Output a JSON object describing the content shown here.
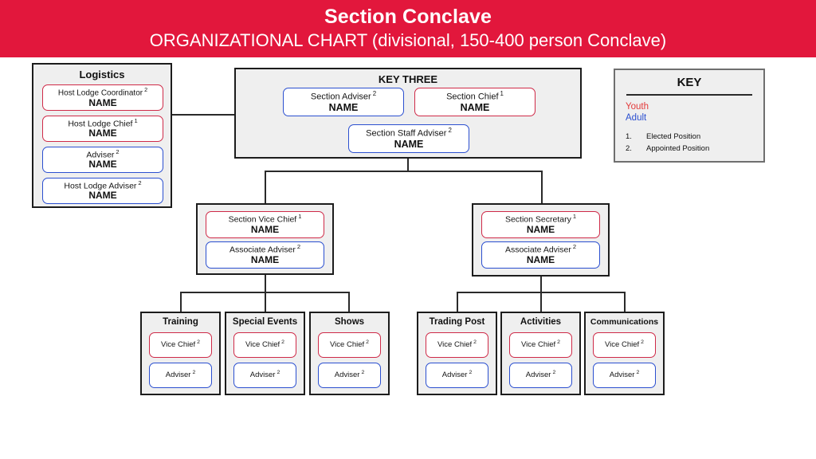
{
  "header": {
    "title": "Section Conclave",
    "subtitle": "ORGANIZATIONAL CHART (divisional, 150-400 person Conclave)",
    "band_color": "#e2173c"
  },
  "colors": {
    "youth_border": "#cf2a48",
    "adult_border": "#2b4fd0",
    "panel_fill": "#efefef",
    "panel_border": "#1c1c1c",
    "line": "#2a2a2a",
    "youth_text": "#e33a3a",
    "adult_text": "#2b4fd0"
  },
  "logistics": {
    "title": "Logistics",
    "roles": [
      {
        "title": "Host Lodge Coordinator",
        "sup": "2",
        "name": "NAME",
        "type": "youth"
      },
      {
        "title": "Host Lodge Chief",
        "sup": "1",
        "name": "NAME",
        "type": "youth"
      },
      {
        "title": "Adviser",
        "sup": "2",
        "name": "NAME",
        "type": "adult"
      },
      {
        "title": "Host Lodge Adviser",
        "sup": "2",
        "name": "NAME",
        "type": "adult"
      }
    ]
  },
  "key_three": {
    "title": "KEY THREE",
    "roles": [
      {
        "title": "Section Adviser",
        "sup": "2",
        "name": "NAME",
        "type": "adult"
      },
      {
        "title": "Section Chief",
        "sup": "1",
        "name": "NAME",
        "type": "youth"
      },
      {
        "title": "Section Staff Adviser",
        "sup": "2",
        "name": "NAME",
        "type": "adult"
      }
    ]
  },
  "key_legend": {
    "title": "KEY",
    "youth_label": "Youth",
    "adult_label": "Adult",
    "notes": [
      {
        "num": "1.",
        "text": "Elected Position"
      },
      {
        "num": "2.",
        "text": "Appointed Position"
      }
    ]
  },
  "branches": [
    {
      "id": "vice-chief",
      "roles": [
        {
          "title": "Section Vice Chief",
          "sup": "1",
          "name": "NAME",
          "type": "youth"
        },
        {
          "title": "Associate Adviser",
          "sup": "2",
          "name": "NAME",
          "type": "adult"
        }
      ]
    },
    {
      "id": "secretary",
      "roles": [
        {
          "title": "Section Secretary",
          "sup": "1",
          "name": "NAME",
          "type": "youth"
        },
        {
          "title": "Associate Adviser",
          "sup": "2",
          "name": "NAME",
          "type": "adult"
        }
      ]
    }
  ],
  "committees": [
    {
      "title": "Training",
      "roles": [
        {
          "title": "Vice Chief",
          "sup": "2",
          "type": "youth"
        },
        {
          "title": "Adviser",
          "sup": "2",
          "type": "adult"
        }
      ]
    },
    {
      "title": "Special Events",
      "roles": [
        {
          "title": "Vice Chief",
          "sup": "2",
          "type": "youth"
        },
        {
          "title": "Adviser",
          "sup": "2",
          "type": "adult"
        }
      ]
    },
    {
      "title": "Shows",
      "roles": [
        {
          "title": "Vice Chief",
          "sup": "2",
          "type": "youth"
        },
        {
          "title": "Adviser",
          "sup": "2",
          "type": "adult"
        }
      ]
    },
    {
      "title": "Trading Post",
      "roles": [
        {
          "title": "Vice Chief",
          "sup": "2",
          "type": "youth"
        },
        {
          "title": "Adviser",
          "sup": "2",
          "type": "adult"
        }
      ]
    },
    {
      "title": "Activities",
      "roles": [
        {
          "title": "Vice Chief",
          "sup": "2",
          "type": "youth"
        },
        {
          "title": "Adviser",
          "sup": "2",
          "type": "adult"
        }
      ]
    },
    {
      "title": "Communications",
      "roles": [
        {
          "title": "Vice Chief",
          "sup": "2",
          "type": "youth"
        },
        {
          "title": "Adviser",
          "sup": "2",
          "type": "adult"
        }
      ]
    }
  ]
}
